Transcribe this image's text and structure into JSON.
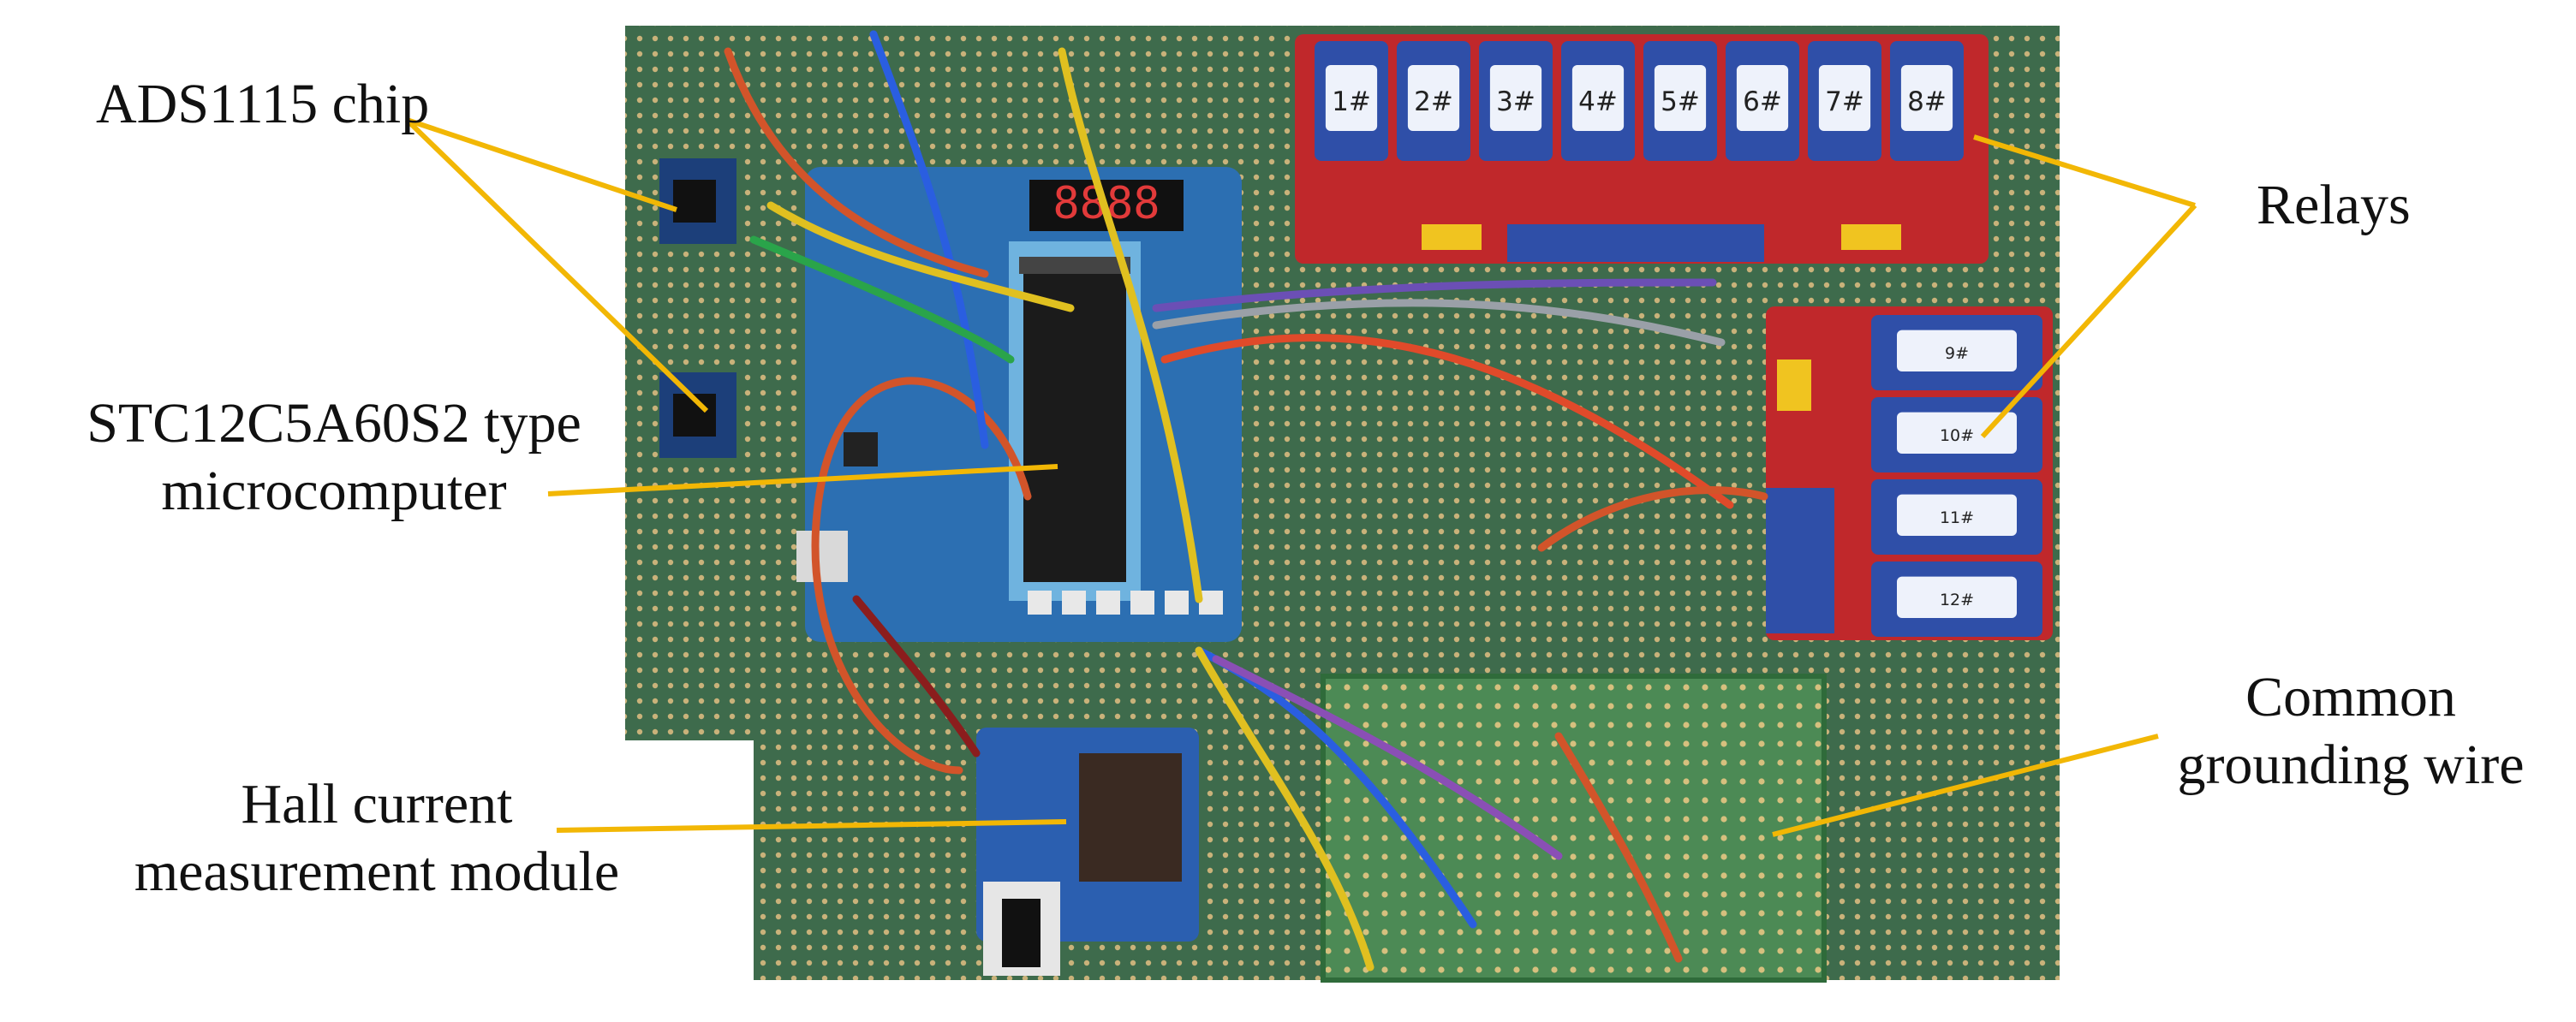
{
  "labels": {
    "ads1115": "ADS1115 chip",
    "mcu_line1": "STC12C5A60S2 type",
    "mcu_line2": "microcomputer",
    "hall_line1": "Hall current",
    "hall_line2": "measurement module",
    "relays": "Relays",
    "ground_line1": "Common",
    "ground_line2": "grounding wire"
  },
  "relay_tags": [
    "1#",
    "2#",
    "3#",
    "4#",
    "5#",
    "6#",
    "7#",
    "8#",
    "9#",
    "10#",
    "11#",
    "12#"
  ],
  "seven_segment": "8888",
  "colors": {
    "leader_line": "#f2b705",
    "board_green": "#3e6b4c",
    "relay_red": "#c0282b",
    "relay_blue": "#2f4fa8",
    "mcu_blue": "#2c6fb2"
  }
}
